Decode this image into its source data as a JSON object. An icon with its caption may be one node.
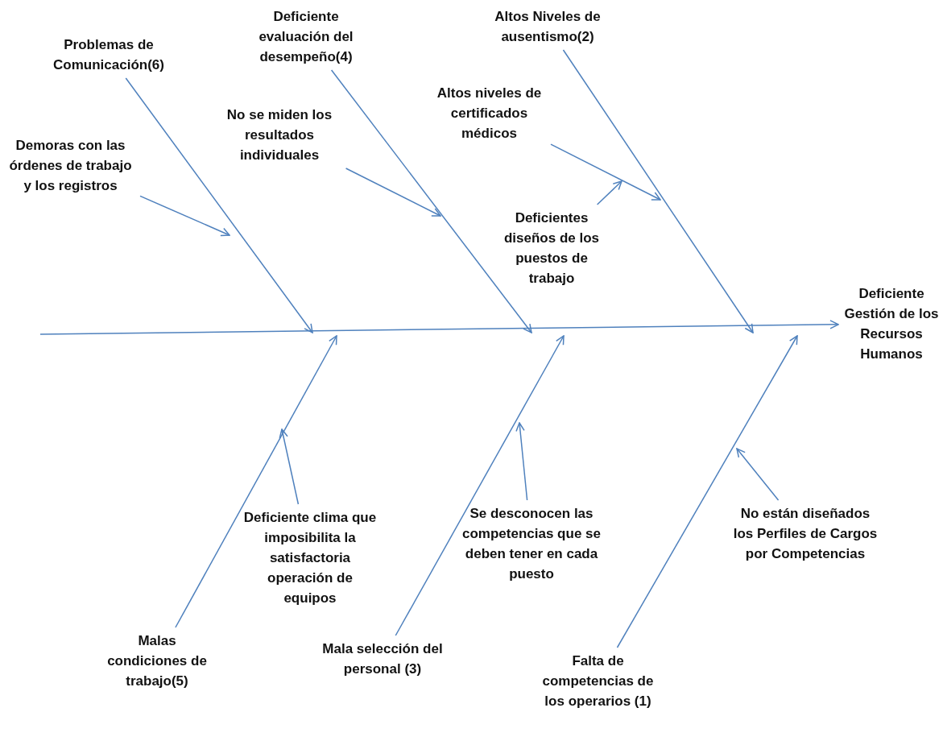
{
  "diagram": {
    "nodes": [
      {
        "text": [
          "Deficiente Gestión de los Recursos Humanos"
        ]
      },
      {
        "text": [
          "Problemas de Comunicación(6)"
        ]
      },
      {
        "text": [
          "Demoras con las órdenes de trabajo y los registros"
        ]
      },
      {
        "text": [
          "Deficiente evaluación del desempeño(4)"
        ]
      },
      {
        "text": [
          "No se miden los resultados individuales"
        ]
      },
      {
        "text": [
          "Altos Niveles de ausentismo(2)"
        ]
      },
      {
        "text": [
          "Altos niveles de certificados médicos"
        ]
      },
      {
        "text": [
          "Deficientes diseños de los puestos de trabajo"
        ]
      },
      {
        "text": [
          "Malas condiciones de trabajo(5)"
        ]
      },
      {
        "text": [
          "Deficiente clima que imposibilita la satisfactoria operación de equipos"
        ]
      },
      {
        "text": [
          "Mala selección del personal (3)"
        ]
      },
      {
        "text": [
          "Se desconocen las competencias que se deben tener en cada puesto"
        ]
      },
      {
        "text": [
          "Falta de competencias de los operarios (1)"
        ]
      },
      {
        "text": [
          "No están diseñados los Perfiles de Cargos por Competencias"
        ]
      }
    ],
    "edges": [
      {
        "from": null,
        "to": 0,
        "arrow": "to"
      },
      {
        "from": 1,
        "to": null,
        "arrow": "to"
      },
      {
        "from": 2,
        "to": null,
        "arrow": "to"
      },
      {
        "from": 3,
        "to": null,
        "arrow": "to"
      },
      {
        "from": 4,
        "to": null,
        "arrow": "to"
      },
      {
        "from": 5,
        "to": null,
        "arrow": "to"
      },
      {
        "from": 6,
        "to": null,
        "arrow": "to"
      },
      {
        "from": 7,
        "to": null,
        "arrow": "to"
      },
      {
        "from": 8,
        "to": null,
        "arrow": "to"
      },
      {
        "from": 9,
        "to": null,
        "arrow": "to"
      },
      {
        "from": 10,
        "to": null,
        "arrow": "to"
      },
      {
        "from": 11,
        "to": null,
        "arrow": "to"
      },
      {
        "from": 12,
        "to": null,
        "arrow": "to"
      },
      {
        "from": 13,
        "to": null,
        "arrow": "to"
      }
    ]
  }
}
